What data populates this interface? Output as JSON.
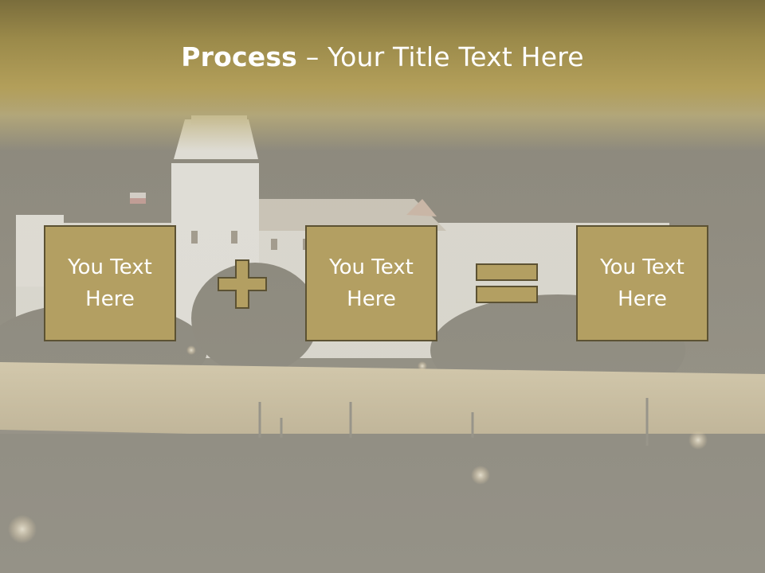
{
  "slide": {
    "title_bold": "Process",
    "title_rest": " – Your Title Text Here",
    "boxes": [
      {
        "text": "You Text Here"
      },
      {
        "text": "You Text Here"
      },
      {
        "text": "You Text Here"
      }
    ],
    "operators": [
      "plus-icon",
      "equals-icon"
    ],
    "colors": {
      "title_band": "#9b8a4a",
      "box_fill": "#b39f62",
      "box_border": "#5c5233",
      "text": "#ffffff"
    }
  }
}
